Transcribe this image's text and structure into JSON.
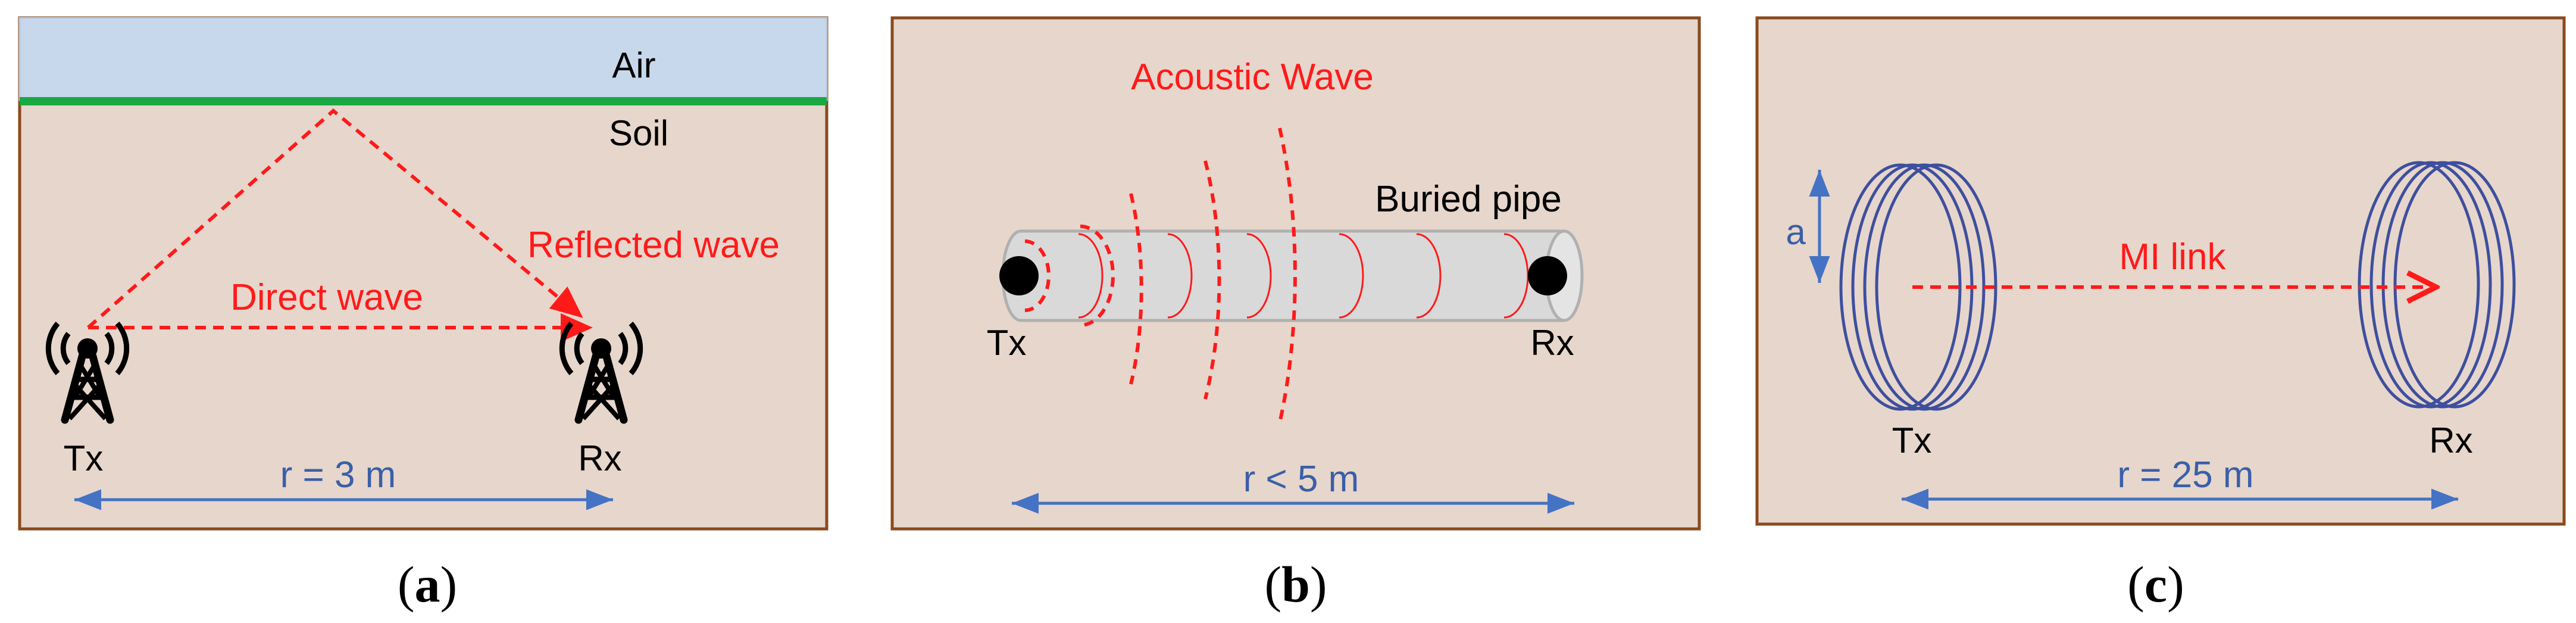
{
  "panels": [
    {
      "id": "a",
      "caption_open": "(",
      "caption_letter": "a",
      "caption_close": ")",
      "layers": {
        "air": "Air",
        "soil": "Soil"
      },
      "waves": {
        "reflected": "Reflected wave",
        "direct": "Direct wave"
      },
      "tx": "Tx",
      "rx": "Rx",
      "distance": "r = 3 m"
    },
    {
      "id": "b",
      "caption_open": "(",
      "caption_letter": "b",
      "caption_close": ")",
      "wave": "Acoustic Wave",
      "pipe": "Buried pipe",
      "tx": "Tx",
      "rx": "Rx",
      "distance": "r < 5 m"
    },
    {
      "id": "c",
      "caption_open": "(",
      "caption_letter": "c",
      "caption_close": ")",
      "radius": "a",
      "link": "MI link",
      "tx": "Tx",
      "rx": "Rx",
      "distance": "r = 25 m"
    }
  ],
  "colors": {
    "background": "#e7d6cb",
    "border": "#8a4a1e",
    "air": "#c8d8ec",
    "ground_line": "#1aa843",
    "wave_red": "#ff1a1a",
    "dimension_blue": "#4472c4",
    "coil_blue": "#3d4f9e",
    "pipe_fill": "#d9d9d9",
    "pipe_stroke": "#b0b0b0"
  }
}
